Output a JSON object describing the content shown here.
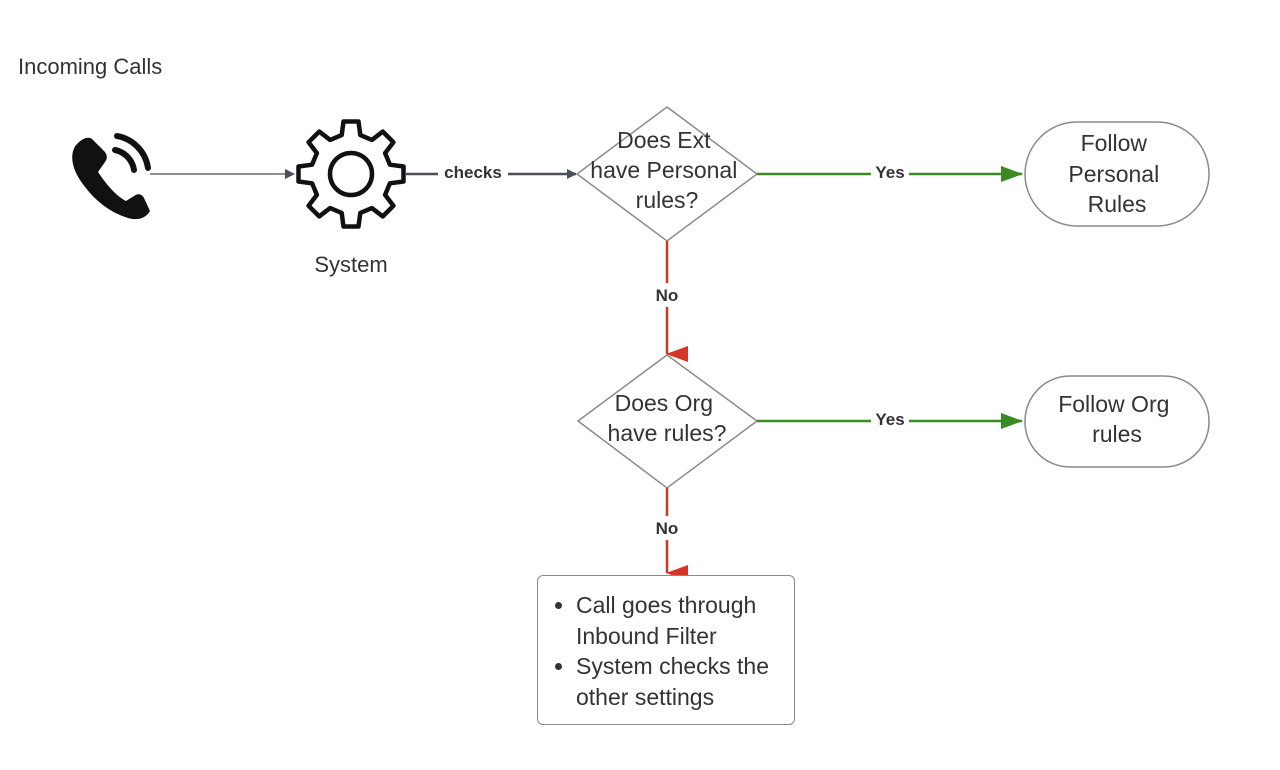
{
  "title": "Incoming Calls",
  "nodes": {
    "system": {
      "label": "System"
    },
    "decision1": {
      "lines": [
        "Does Ext",
        "have Personal",
        "rules?"
      ]
    },
    "follow_personal": {
      "lines": [
        "Follow",
        "Personal",
        "Rules"
      ]
    },
    "decision2": {
      "lines": [
        "Does Org",
        "have rules?"
      ]
    },
    "follow_org": {
      "lines": [
        "Follow Org",
        "rules"
      ]
    },
    "fallback": {
      "items": [
        "Call goes through Inbound Filter",
        "System checks the other settings"
      ]
    }
  },
  "edges": {
    "checks": "checks",
    "yes1": "Yes",
    "no1": "No",
    "yes2": "Yes",
    "no2": "No"
  },
  "colors": {
    "yes": "#3a8a22",
    "no": "#d43527",
    "neutral": "#4a4f5a",
    "shape_stroke": "#8a8a8a"
  },
  "icons": {
    "phone": "phone-ringing-icon",
    "system": "gear-icon"
  }
}
